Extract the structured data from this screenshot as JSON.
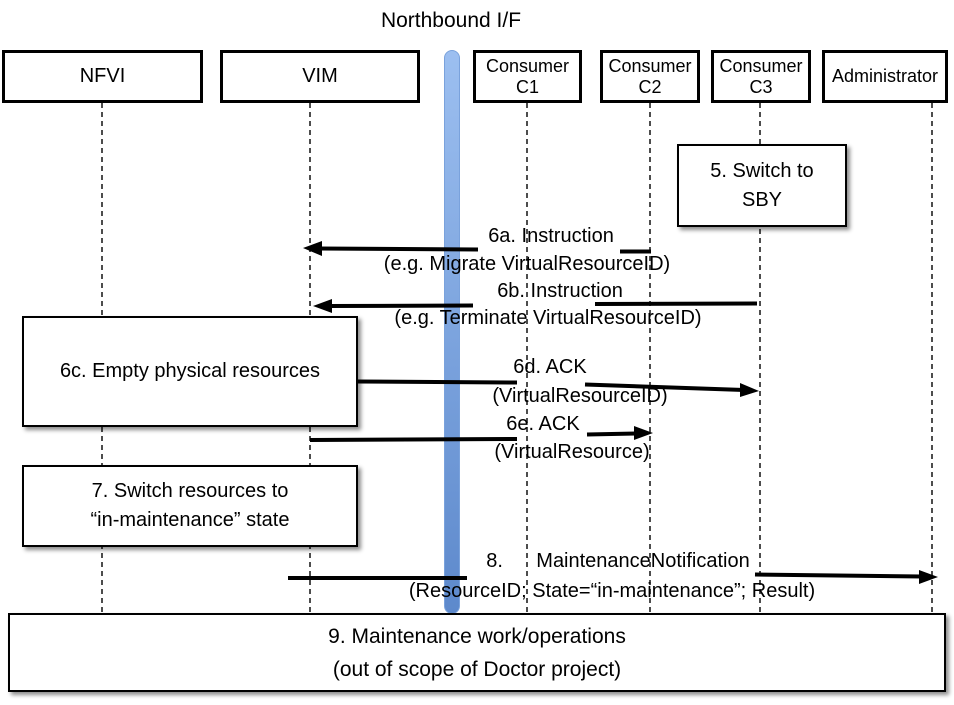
{
  "title": "Northbound I/F",
  "colors": {
    "bar_top": "#9cbff0",
    "bar_bottom": "#5d89cc",
    "bar_border": "#7aa2dc",
    "arrow": "#000000",
    "lifeline": "#4d4d4d"
  },
  "actors": [
    {
      "line1": "NFVI"
    },
    {
      "line1": "VIM"
    },
    {
      "line1": "Consumer",
      "line2": "C1"
    },
    {
      "line1": "Consumer",
      "line2": "C2"
    },
    {
      "line1": "Consumer",
      "line2": "C3"
    },
    {
      "line1": "Administrator"
    }
  ],
  "notes": {
    "switch_sby": {
      "line1": "5. Switch to",
      "line2": "SBY"
    },
    "empty_resources": {
      "line1": "6c. Empty physical resources"
    },
    "switch_maintenance": {
      "line1": "7. Switch resources to",
      "line2": "“in-maintenance” state"
    },
    "maintenance_work": {
      "line1": "9. Maintenance work/operations",
      "line2": "(out of scope of Doctor project)"
    }
  },
  "messages": {
    "m6a": {
      "title": "6a. Instruction",
      "param": "(e.g. Migrate VirtualResourceID)"
    },
    "m6b": {
      "title": "6b. Instruction",
      "param": "(e.g. Terminate VirtualResourceID)"
    },
    "m6d": {
      "title": "6d. ACK",
      "param": "(VirtualResourceID)"
    },
    "m6e": {
      "title": "6e. ACK",
      "param": "(VirtualResource)"
    },
    "m8": {
      "title": "8.      MaintenanceNotification",
      "param": "(ResourceID; State=“in-maintenance”; Result)"
    }
  }
}
